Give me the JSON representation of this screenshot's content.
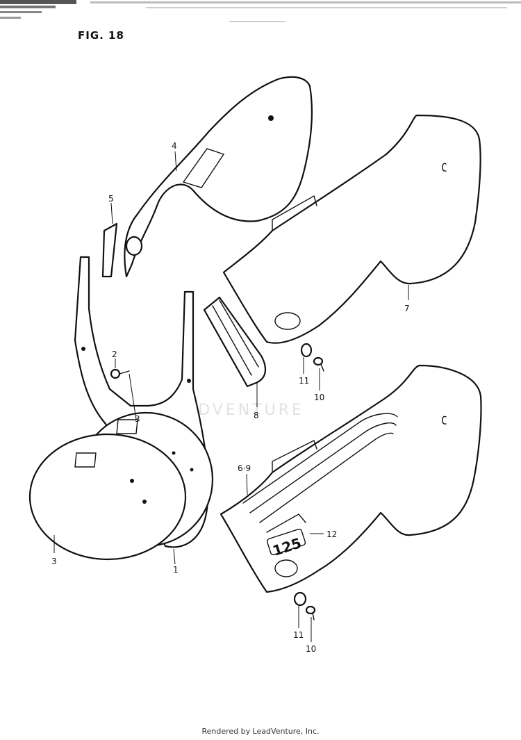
{
  "figure_label": "FIG. 18",
  "watermark_text": "LEADVENTURE",
  "footer_text": "Rendered by LeadVenture, Inc.",
  "callouts": {
    "c1": "1",
    "c2": "2",
    "c3a": "3",
    "c3b": "3",
    "c4": "4",
    "c5": "5",
    "c6_9": "6·9",
    "c7": "7",
    "c8": "8",
    "c10a": "10",
    "c10b": "10",
    "c11a": "11",
    "c11b": "11",
    "c12": "12"
  },
  "emblem_text": "125"
}
